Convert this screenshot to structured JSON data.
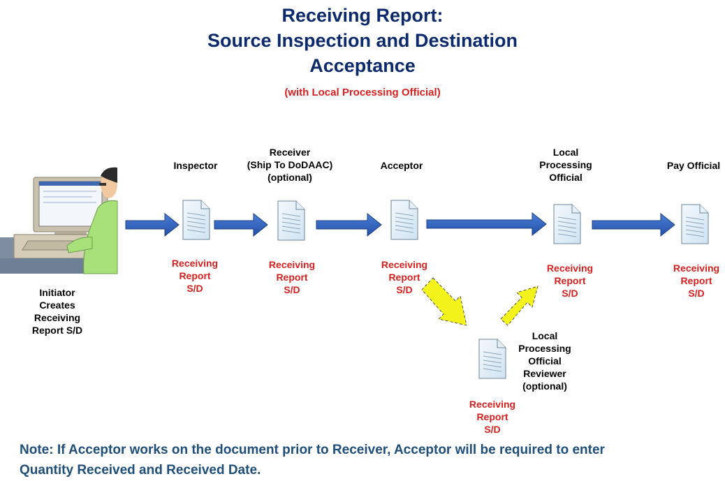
{
  "title": {
    "line1": "Receiving Report:",
    "line2": "Source Inspection and Destination",
    "line3": "Acceptance"
  },
  "subtitle": "(with Local Processing Official)",
  "initiator": {
    "line1": "Initiator",
    "line2": "Creates",
    "line3": "Receiving",
    "line4": "Report S/D"
  },
  "roles": {
    "inspector": "Inspector",
    "receiver": {
      "line1": "Receiver",
      "line2": "(Ship To DoDAAC)",
      "line3": "(optional)"
    },
    "acceptor": "Acceptor",
    "lpo": {
      "line1": "Local",
      "line2": "Processing",
      "line3": "Official"
    },
    "pay_official": "Pay Official",
    "lpo_reviewer": {
      "line1": "Local",
      "line2": "Processing",
      "line3": "Official",
      "line4": "Reviewer",
      "line5": "(optional)"
    }
  },
  "document_label": {
    "line1": "Receiving",
    "line2": "Report",
    "line3": "S/D"
  },
  "note": {
    "line1": "Note: If Acceptor works on the document prior to Receiver, Acceptor will be required to enter",
    "line2": "Quantity Received and Received Date."
  },
  "colors": {
    "title": "#0b2a6b",
    "accent_red": "#d6201f",
    "flow_arrow": "#2e5fbf",
    "review_arrow": "#f3f21a",
    "note": "#1f4e79"
  }
}
